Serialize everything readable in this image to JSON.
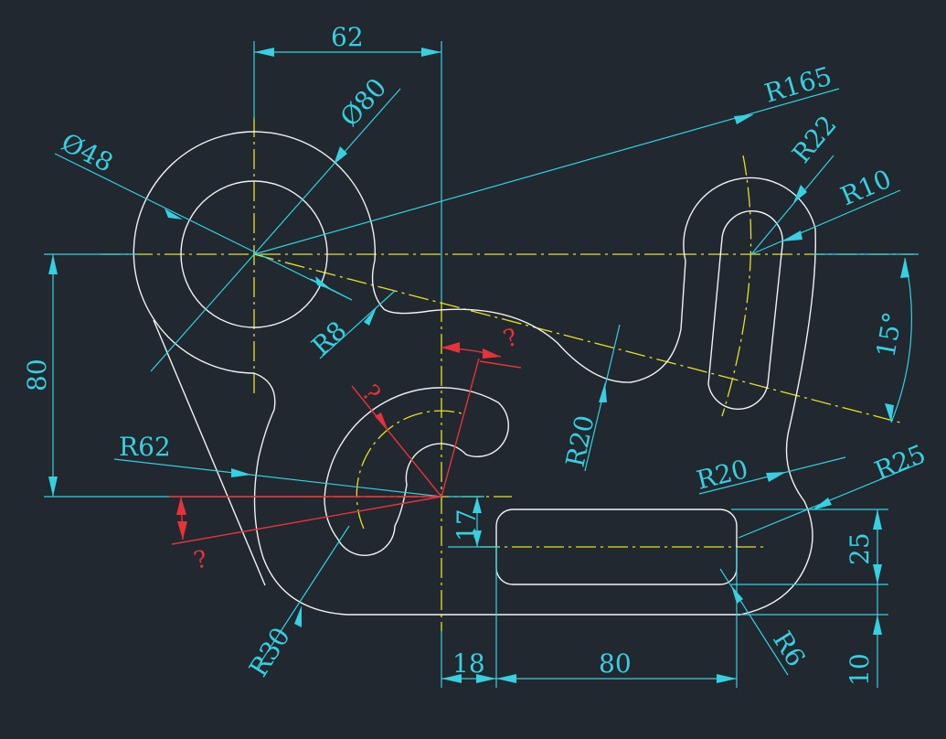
{
  "dimensions": {
    "d62": "62",
    "phi80": "Ø80",
    "phi48": "Ø48",
    "r165": "R165",
    "r22": "R22",
    "r10": "R10",
    "ang15": "15°",
    "d80_vertical": "80",
    "r8": "R8",
    "r62": "R62",
    "r20_mid": "R20",
    "r20_right": "R20",
    "r25": "R25",
    "d17": "17",
    "d25": "25",
    "r30": "R30",
    "d18": "18",
    "d80_horizontal": "80",
    "r6": "R6",
    "d10": "10"
  },
  "unknowns": {
    "q_top": "?",
    "q_left_arc": "?",
    "q_bottom_left": "?"
  },
  "colors": {
    "background": "#212830",
    "dimension": "#36d0e0",
    "geometry": "#f2f2f2",
    "centerline": "#e6e02a",
    "unknown": "#e8323a"
  }
}
